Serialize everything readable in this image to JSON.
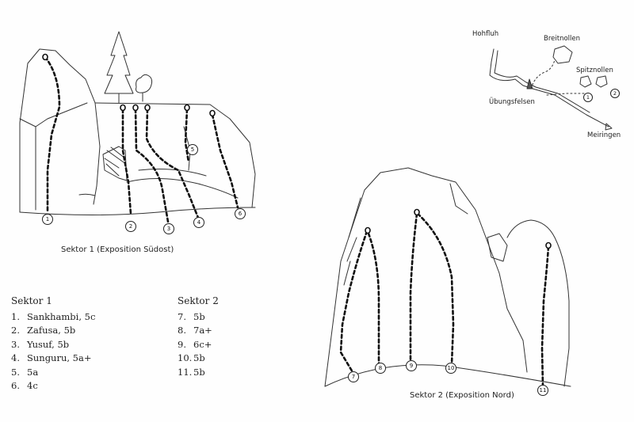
{
  "sector1": {
    "caption": "Sektor 1 (Exposition Südost)",
    "route_markers": [
      "1",
      "2",
      "3",
      "4",
      "5",
      "6"
    ]
  },
  "sector2": {
    "caption": "Sektor 2 (Exposition Nord)",
    "route_markers": [
      "7",
      "8",
      "9",
      "10",
      "11"
    ]
  },
  "legend": {
    "sector1": {
      "heading": "Sektor 1",
      "routes": [
        {
          "num": "1.",
          "name": "Sankhambi, 5c"
        },
        {
          "num": "2.",
          "name": "Zafusa, 5b"
        },
        {
          "num": "3.",
          "name": "Yusuf, 5b"
        },
        {
          "num": "4.",
          "name": "Sunguru, 5a+"
        },
        {
          "num": "5.",
          "name": "5a"
        },
        {
          "num": "6.",
          "name": "4c"
        }
      ]
    },
    "sector2": {
      "heading": "Sektor 2",
      "routes": [
        {
          "num": "7.",
          "name": "5b"
        },
        {
          "num": "8.",
          "name": "7a+"
        },
        {
          "num": "9.",
          "name": "6c+"
        },
        {
          "num": "10.",
          "name": "5b"
        },
        {
          "num": "11.",
          "name": "5b"
        }
      ]
    }
  },
  "map": {
    "hohfluh": "Hohfluh",
    "breitnollen": "Breitnollen",
    "spitznollen": "Spitznollen",
    "uebungsfelsen": "Übungsfelsen",
    "meiringen": "Meiringen",
    "markers": [
      "1",
      "2"
    ]
  }
}
